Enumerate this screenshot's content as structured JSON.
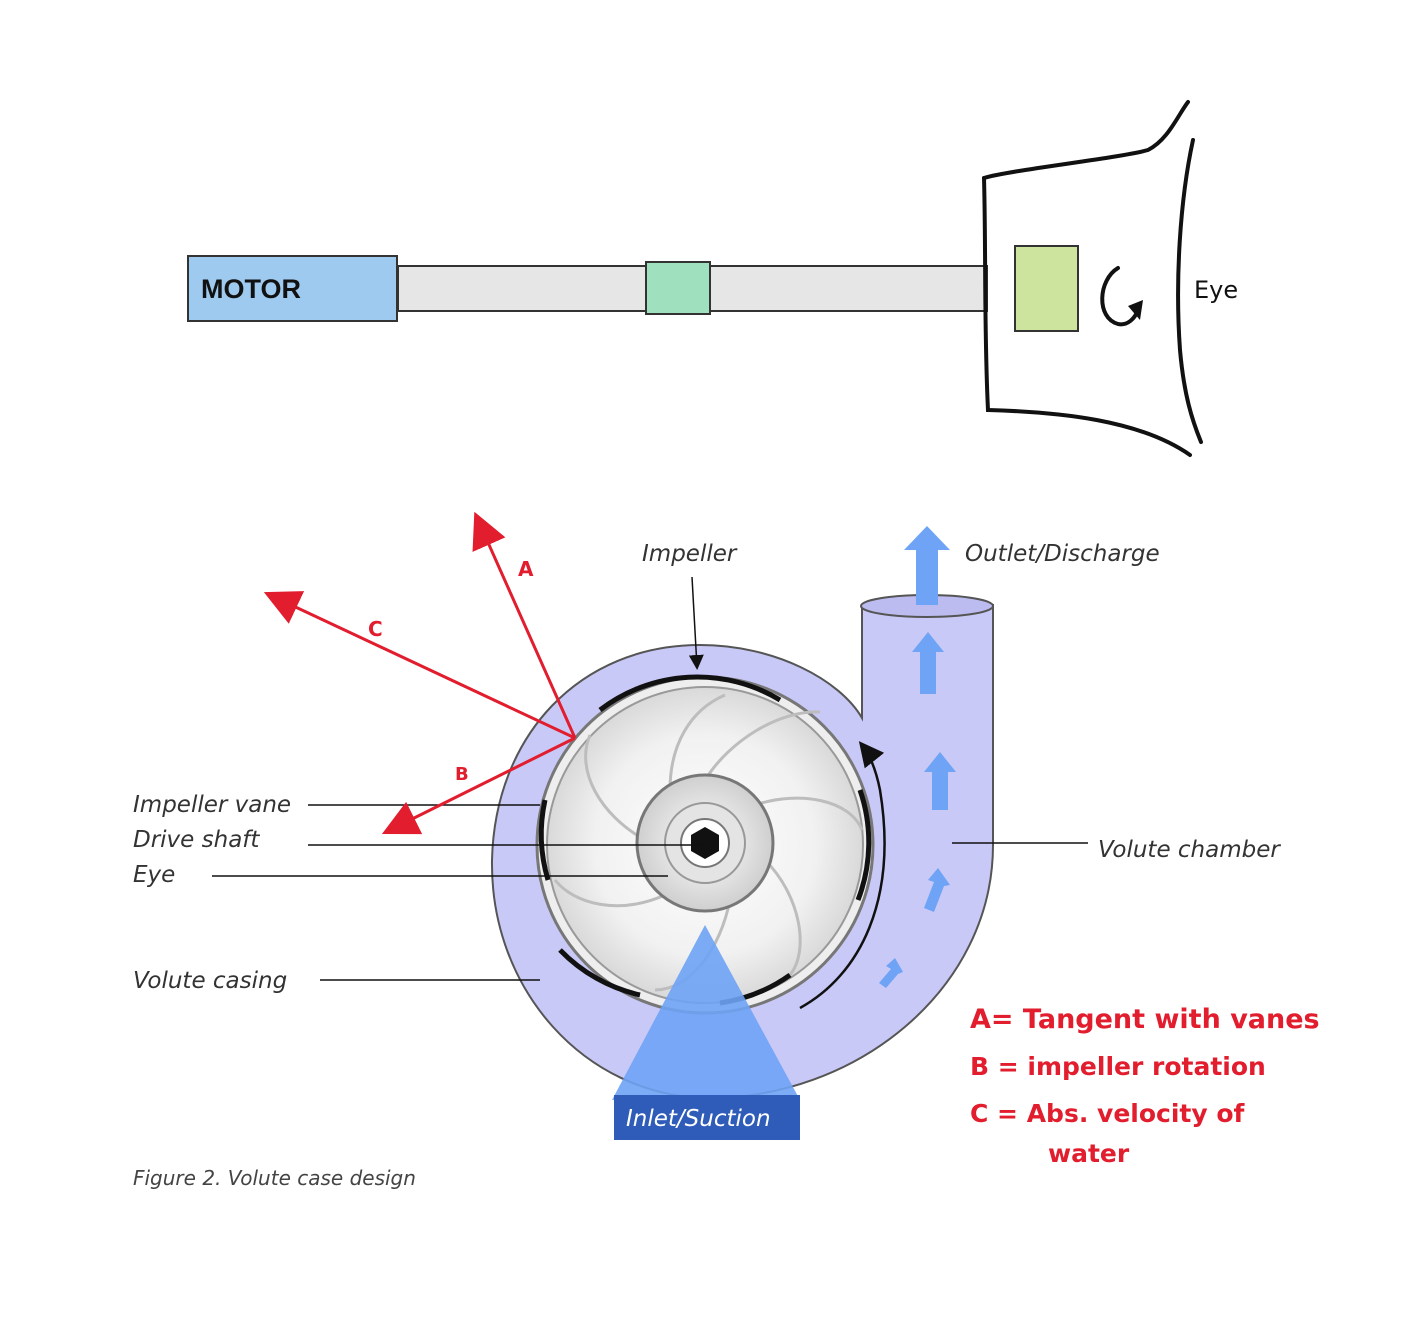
{
  "top_diagram": {
    "motor_label": "MOTOR",
    "eye_label": "Eye",
    "colors": {
      "motor": "#9fcaf0",
      "shaft": "#e6e6e6",
      "coupling": "#9fe0bf",
      "impeller_block": "#cde49e"
    }
  },
  "pump_diagram": {
    "labels": {
      "impeller": "Impeller",
      "outlet": "Outlet/Discharge",
      "impeller_vane": "Impeller vane",
      "drive_shaft": "Drive shaft",
      "eye": "Eye",
      "volute_casing": "Volute casing",
      "volute_chamber": "Volute chamber",
      "inlet": "Inlet/Suction"
    },
    "caption": "Figure 2. Volute case design",
    "colors": {
      "casing": "#c9c9f7",
      "flow_arrow": "#6ea3f5",
      "inlet_box": "#2f5cb8"
    }
  },
  "annotations": {
    "vector_labels": [
      "A",
      "B",
      "C"
    ],
    "legend": [
      "A= Tangent with vanes",
      "B = impeller rotation",
      "C = Abs. velocity of",
      "water"
    ],
    "color": "#e11d2e"
  }
}
